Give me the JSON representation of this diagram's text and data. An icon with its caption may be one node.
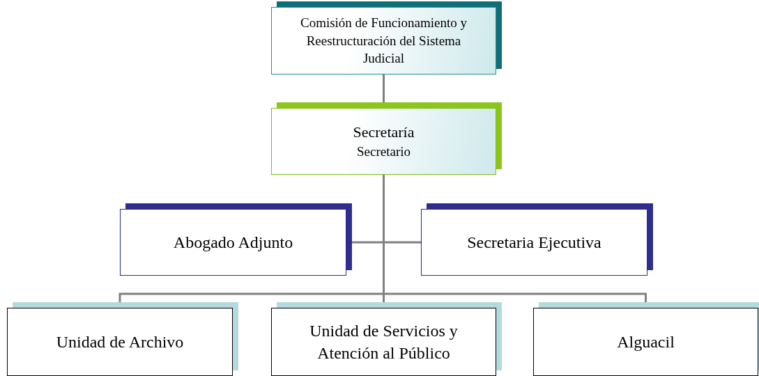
{
  "diagram": {
    "nodes": [
      {
        "text": [
          "Comisión de Funcionamiento y Reestructuración del Sistema Judicial"
        ]
      },
      {
        "text": [
          "Secretaría",
          "Secretario"
        ]
      },
      {
        "text": [
          "Abogado Adjunto"
        ]
      },
      {
        "text": [
          "Secretaria Ejecutiva"
        ]
      },
      {
        "text": [
          "Unidad de Archivo"
        ]
      },
      {
        "text": [
          "Unidad de Servicios y Atención al Público"
        ]
      },
      {
        "text": [
          "Alguacil"
        ]
      }
    ],
    "edges": [
      {
        "from": 0,
        "to": 1,
        "arrow": "none"
      },
      {
        "from": 1,
        "to": 2,
        "arrow": "none"
      },
      {
        "from": 1,
        "to": 3,
        "arrow": "none"
      },
      {
        "from": 1,
        "to": 4,
        "arrow": "none"
      },
      {
        "from": 1,
        "to": 5,
        "arrow": "none"
      },
      {
        "from": 1,
        "to": 6,
        "arrow": "none"
      }
    ]
  }
}
